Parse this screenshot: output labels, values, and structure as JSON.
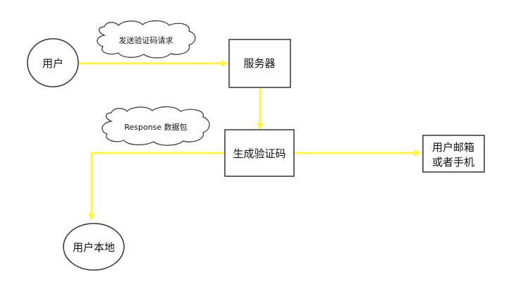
{
  "nodes": {
    "user": "用户",
    "server": "服务器",
    "generate_code": "生成验证码",
    "user_contact_line1": "用户邮箱",
    "user_contact_line2": "或者手机",
    "user_local": "用户本地"
  },
  "annotations": {
    "send_request": "发送验证码请求",
    "response_packet": "Response 数据包"
  },
  "colors": {
    "arrow": "#FFF34D",
    "stroke": "#333333",
    "fill": "#FFFFFF"
  }
}
